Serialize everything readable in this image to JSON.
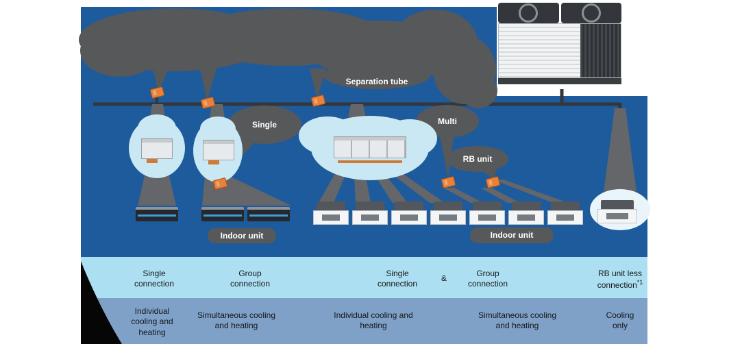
{
  "callouts": {
    "separation_tube": "Separation tube",
    "single": "Single",
    "multi": "Multi",
    "rb_unit": "RB unit",
    "indoor_left": "Indoor unit",
    "indoor_right": "Indoor unit"
  },
  "bands": {
    "row1": {
      "c1": "Single connection",
      "c2": "Group connection",
      "c3": "Single connection",
      "amp": "&",
      "c4": "Group connection",
      "c5_text": "RB unit less connection",
      "c5_sup": "*1"
    },
    "row2": {
      "c1": "Individual cooling and heating",
      "c2": "Simultaneous cooling and heating",
      "c3": "Individual cooling and heating",
      "c4": "Simultaneous cooling and heating",
      "c5": "Cooling only"
    }
  },
  "graphics": {
    "outdoor_unit": "vrf-outdoor-unit",
    "rb_unit_single": "rb-unit-box",
    "rb_unit_multi": "rb-unit-multi-box",
    "indoor_unit_ducted": "ducted-indoor-unit",
    "indoor_unit_cassette": "cassette-indoor-unit",
    "separation_tube_joint": "separation-tube-joint"
  },
  "colors": {
    "panel_blue": "#1d5b9c",
    "cloud_light_blue": "#c9e8f3",
    "blob_gray": "#57585a",
    "tube_orange": "#e8813c",
    "band_connection_blue": "#addff2",
    "band_mode_blue": "#7fa0c7"
  }
}
